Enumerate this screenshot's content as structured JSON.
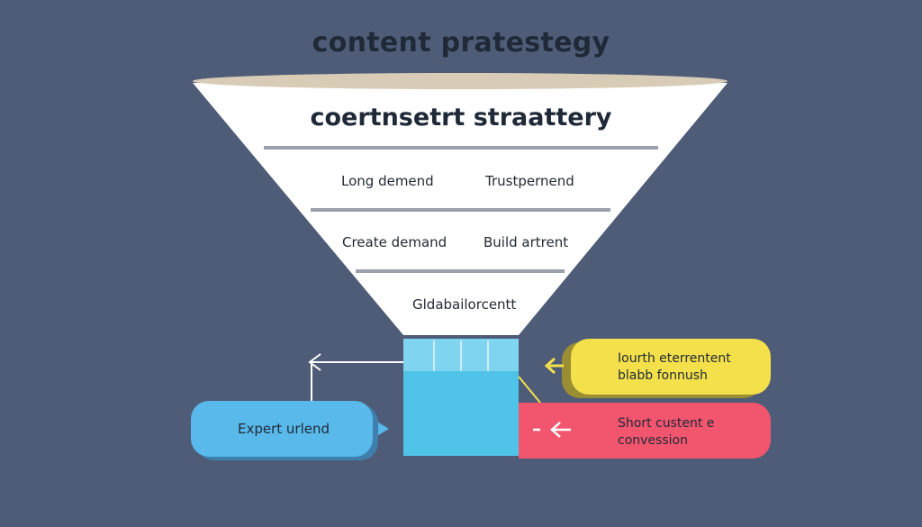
{
  "title": "content pratestegy",
  "funnel": {
    "heading": "coertnsetrt straattery",
    "row1": {
      "left": "Long demend",
      "right": "Trustpernend"
    },
    "row2": {
      "left": "Create demand",
      "right": "Build artrent"
    },
    "row3": {
      "center": "Gldabailorcentt"
    }
  },
  "callouts": {
    "blue": {
      "text": "Expert urlend"
    },
    "yellow": {
      "line1": "Iourth eterrentent",
      "line2": "blabb fonnush"
    },
    "pink": {
      "line1": "Short custent e",
      "line2": "convession"
    }
  },
  "colors": {
    "background": "#4e5c77",
    "funnel": "#ffffff",
    "funnel_rim": "#d9ccb7",
    "spout": "#4fc3e8",
    "blue_callout": "#58b9ea",
    "yellow_callout": "#f4e04a",
    "pink_callout": "#f2566e"
  }
}
